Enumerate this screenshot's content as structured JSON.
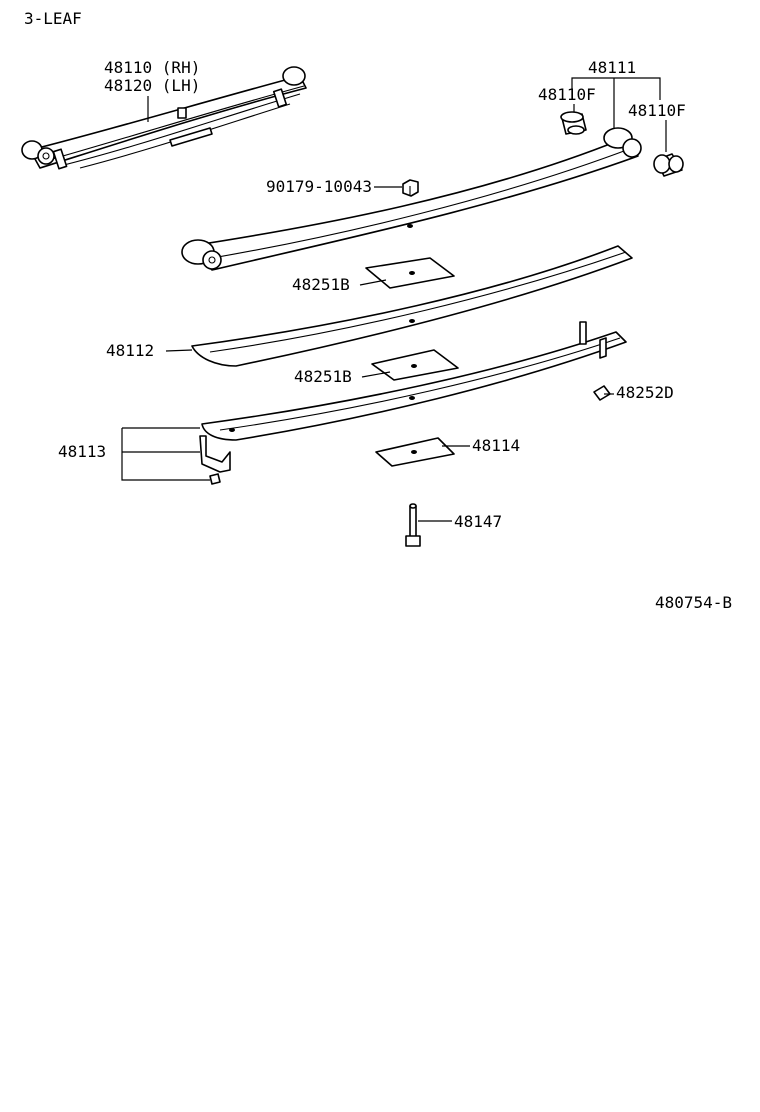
{
  "header": {
    "variant": "3-LEAF"
  },
  "labels": {
    "spring_assy_rh": "48110 (RH)",
    "spring_assy_lh": "48120 (LH)",
    "leaf_no1": "48111",
    "bushing_left": "48110F",
    "bushing_right": "48110F",
    "nut": "90179-10043",
    "liner_upper": "48251B",
    "leaf_no2": "48112",
    "liner_lower": "48251B",
    "clip_insulator": "48252D",
    "leaf_no3_clip": "48113",
    "spacer": "48114",
    "center_bolt": "48147"
  },
  "footer": {
    "diagram_id": "480754-B"
  },
  "icons": {
    "spring_assembly": "leaf-spring-assembly-icon",
    "bushing": "rubber-bushing-icon",
    "nut": "hex-nut-icon",
    "bolt": "center-bolt-icon"
  }
}
